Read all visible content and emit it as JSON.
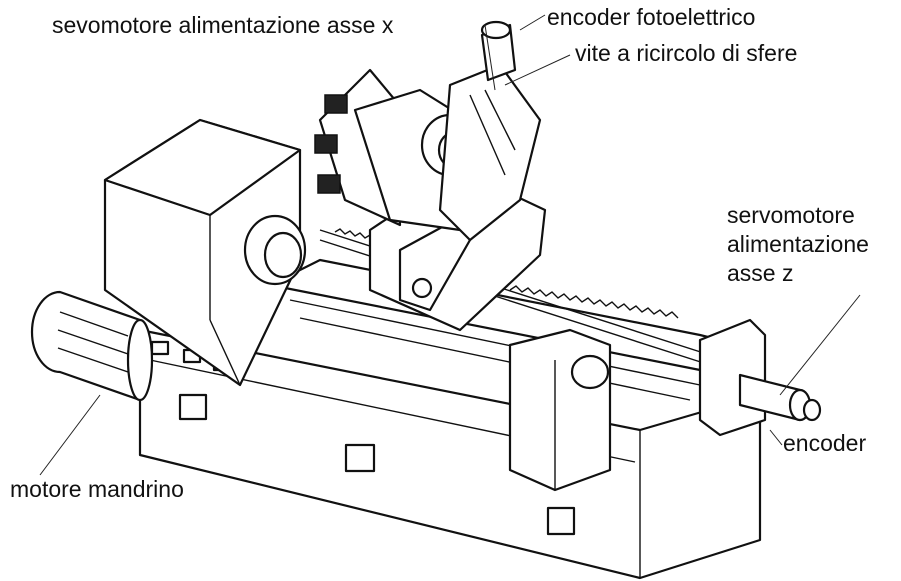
{
  "labels": {
    "x_axis_servo": "sevomotore alimentazione asse x",
    "photo_encoder": "encoder fotoelettrico",
    "ball_screw": "vite a ricircolo di sfere",
    "z_axis_servo": "servomotore alimentazione asse z",
    "encoder": "encoder",
    "spindle_motor": "motore mandrino"
  }
}
